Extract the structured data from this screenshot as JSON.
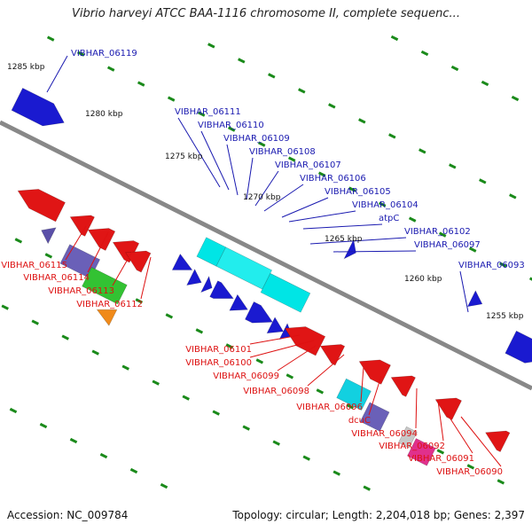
{
  "title": "Vibrio harveyi ATCC BAA-1116 chromosome II, complete sequenc...",
  "footer": {
    "accession": "Accession: NC_009784",
    "summary": "Topology: circular; Length: 2,204,018 bp; Genes: 2,397"
  },
  "colors": {
    "backbone": "#888888",
    "forward_gene": "#1a1ad0",
    "reverse_gene": "#e01515",
    "tick": "#1a8a1a",
    "forward_label": "#1a1ab0",
    "reverse_label": "#dd1111"
  },
  "scale_labels": [
    "1285 kbp",
    "1280 kbp",
    "1275 kbp",
    "1270 kbp",
    "1265 kbp",
    "1260 kbp",
    "1255 kbp"
  ],
  "forward_labels": [
    "VIBHAR_06119",
    "VIBHAR_06111",
    "VIBHAR_06110",
    "VIBHAR_06109",
    "VIBHAR_06108",
    "VIBHAR_06107",
    "VIBHAR_06106",
    "VIBHAR_06105",
    "VIBHAR_06104",
    "atpC",
    "VIBHAR_06102",
    "VIBHAR_06097",
    "VIBHAR_06093"
  ],
  "reverse_labels": [
    "VIBHAR_06115",
    "VIBHAR_06114",
    "VIBHAR_06113",
    "VIBHAR_06112",
    "VIBHAR_06101",
    "VIBHAR_06100",
    "VIBHAR_06099",
    "VIBHAR_06098",
    "VIBHAR_06096",
    "dcuC",
    "VIBHAR_06094",
    "VIBHAR_06092",
    "VIBHAR_06091",
    "VIBHAR_06090"
  ]
}
